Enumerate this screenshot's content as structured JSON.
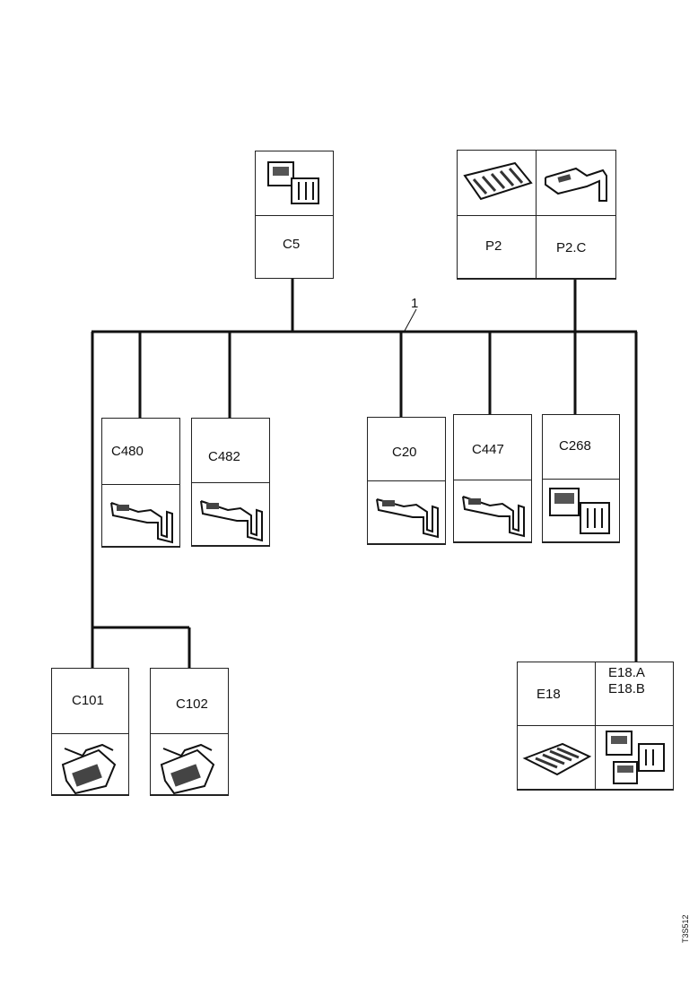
{
  "callout": "1",
  "figure_id": "T3S512",
  "connectors": {
    "c5": {
      "label": "C5",
      "icon": "connector-pair-icon"
    },
    "p2": {
      "label": "P2",
      "icon": "multi-pin-housing-icon"
    },
    "p2c": {
      "label": "P2.C",
      "icon": "terminal-clip-icon"
    },
    "c480": {
      "label": "C480",
      "icon": "terminal-clip-icon"
    },
    "c482": {
      "label": "C482",
      "icon": "terminal-clip-icon"
    },
    "c20": {
      "label": "C20",
      "icon": "terminal-clip-icon"
    },
    "c447": {
      "label": "C447",
      "icon": "terminal-clip-icon"
    },
    "c268": {
      "label": "C268",
      "icon": "connector-pair-icon"
    },
    "c101": {
      "label": "C101",
      "icon": "large-connector-icon"
    },
    "c102": {
      "label": "C102",
      "icon": "large-connector-icon"
    },
    "e18": {
      "label": "E18",
      "icon": "multi-pin-housing-icon"
    },
    "e18ab": {
      "label_a": "E18.A",
      "label_b": "E18.B",
      "icon": "connector-pair-icon"
    }
  }
}
